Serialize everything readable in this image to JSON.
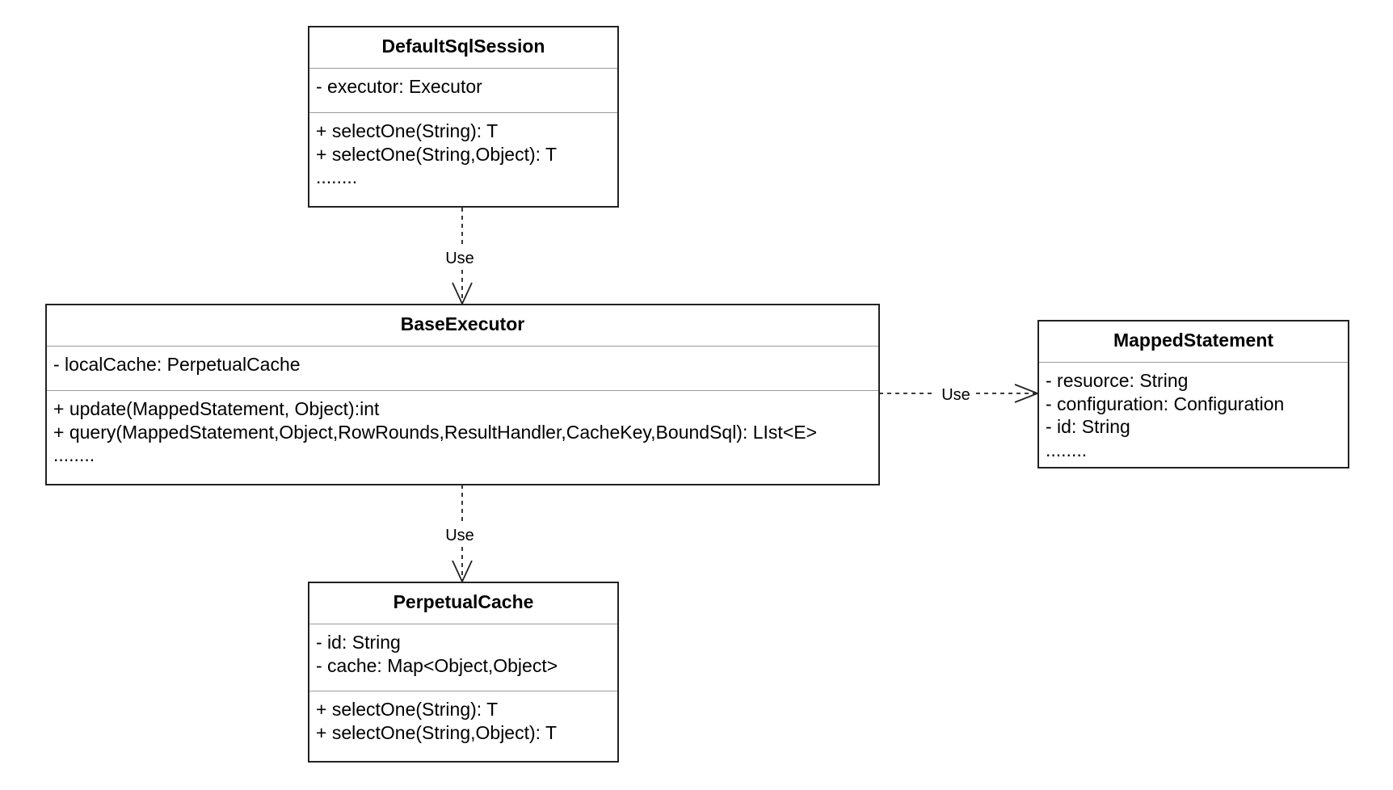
{
  "classes": {
    "default_sql_session": {
      "name": "DefaultSqlSession",
      "attributes": [
        "- executor: Executor"
      ],
      "methods": [
        "+ selectOne(String): T",
        "+ selectOne(String,Object): T",
        "........"
      ]
    },
    "base_executor": {
      "name": "BaseExecutor",
      "attributes": [
        "- localCache: PerpetualCache"
      ],
      "methods": [
        "+ update(MappedStatement, Object):int",
        "+ query(MappedStatement,Object,RowRounds,ResultHandler,CacheKey,BoundSql): LIst<E>",
        "........"
      ]
    },
    "mapped_statement": {
      "name": "MappedStatement",
      "attributes": [
        "- resuorce: String",
        "- configuration: Configuration",
        "- id: String",
        "........"
      ]
    },
    "perpetual_cache": {
      "name": "PerpetualCache",
      "attributes": [
        "- id: String",
        "- cache: Map<Object,Object>"
      ],
      "methods": [
        "+ selectOne(String): T",
        "+ selectOne(String,Object): T"
      ]
    }
  },
  "relations": [
    {
      "from": "DefaultSqlSession",
      "to": "BaseExecutor",
      "label": "Use"
    },
    {
      "from": "BaseExecutor",
      "to": "MappedStatement",
      "label": "Use"
    },
    {
      "from": "BaseExecutor",
      "to": "PerpetualCache",
      "label": "Use"
    }
  ]
}
